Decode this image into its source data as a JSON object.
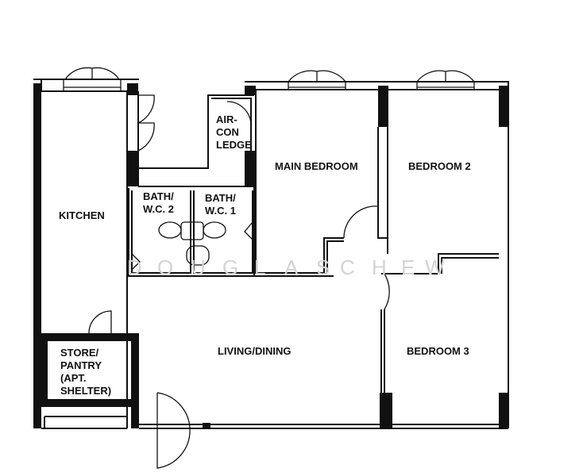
{
  "rooms": {
    "kitchen": "KITCHEN",
    "bath2": [
      "BATH/",
      "W.C. 2"
    ],
    "bath1": [
      "BATH/",
      "W.C. 1"
    ],
    "aircon": [
      "AIR-",
      "CON",
      "LEDGE"
    ],
    "main_bedroom": "MAIN BEDROOM",
    "bedroom2": "BEDROOM 2",
    "bedroom3": "BEDROOM 3",
    "living": "LIVING/DINING",
    "store": [
      "STORE/",
      "PANTRY",
      "(APT.",
      "SHELTER)"
    ]
  },
  "watermark": [
    "D",
    "O",
    "U",
    "G",
    "L",
    "A",
    "S",
    "C",
    "H",
    "E",
    "W"
  ]
}
